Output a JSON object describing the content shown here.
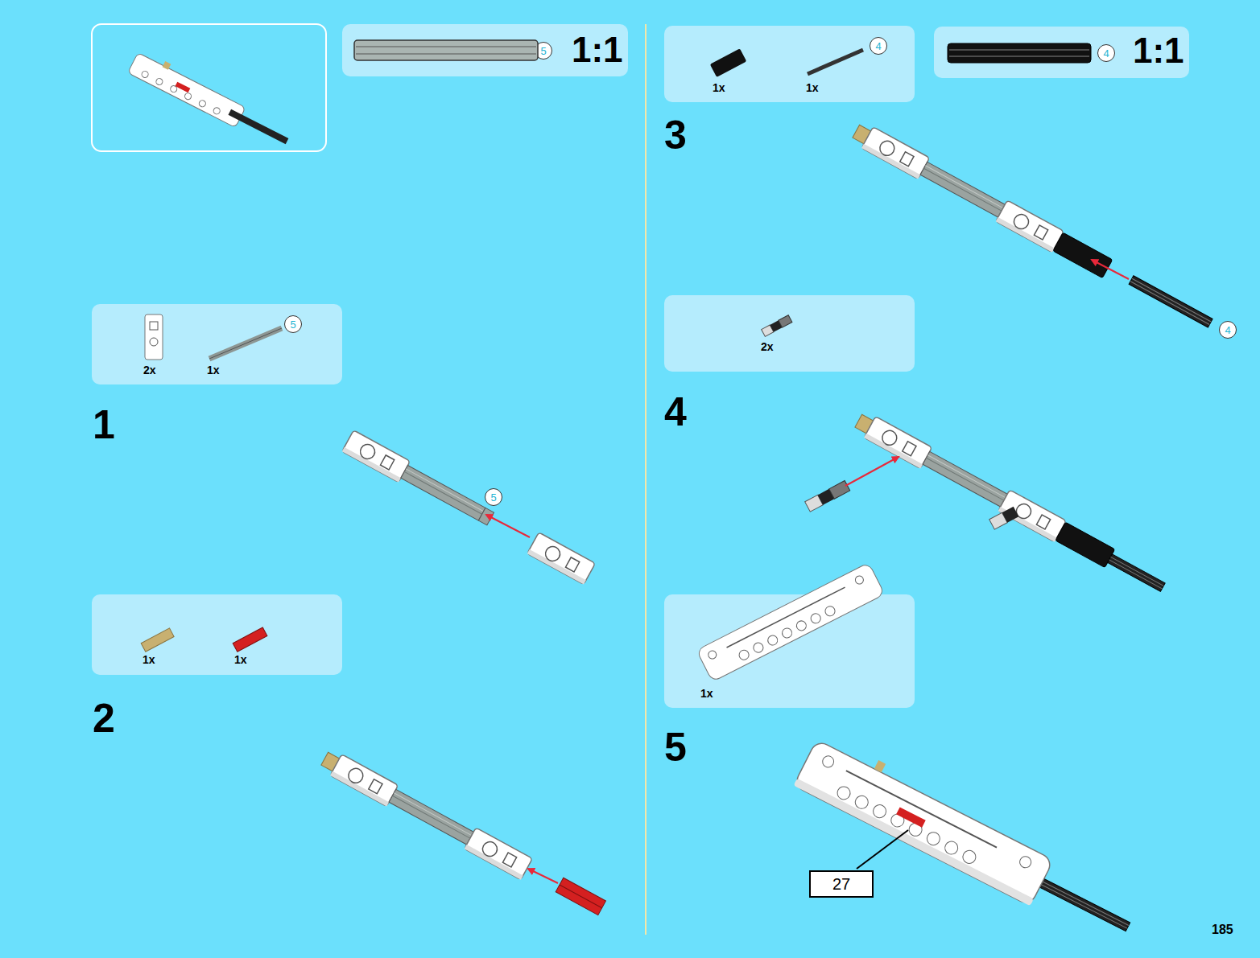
{
  "diagram": {
    "nodes": [
      {
        "text": [
          "1:1"
        ]
      },
      {
        "text": [
          "5"
        ],
        "in": 0
      },
      {
        "text": [
          "2x",
          "1x"
        ]
      },
      {
        "text": [
          "5"
        ],
        "in": 2
      },
      {
        "text": [
          "5"
        ]
      },
      {
        "text": [
          "1x",
          "1x"
        ]
      },
      {
        "text": [
          "1x",
          "1x"
        ]
      },
      {
        "text": [
          "4"
        ],
        "in": 6
      },
      {
        "text": [
          "1:1"
        ]
      },
      {
        "text": [
          "4"
        ],
        "in": 8
      },
      {
        "text": [
          "4"
        ]
      },
      {
        "text": [
          "2x"
        ]
      },
      {
        "text": [
          "1x"
        ]
      },
      {
        "text": [
          "27"
        ]
      }
    ],
    "labels": [
      "1",
      "2",
      "3",
      "4",
      "5",
      "185"
    ]
  }
}
